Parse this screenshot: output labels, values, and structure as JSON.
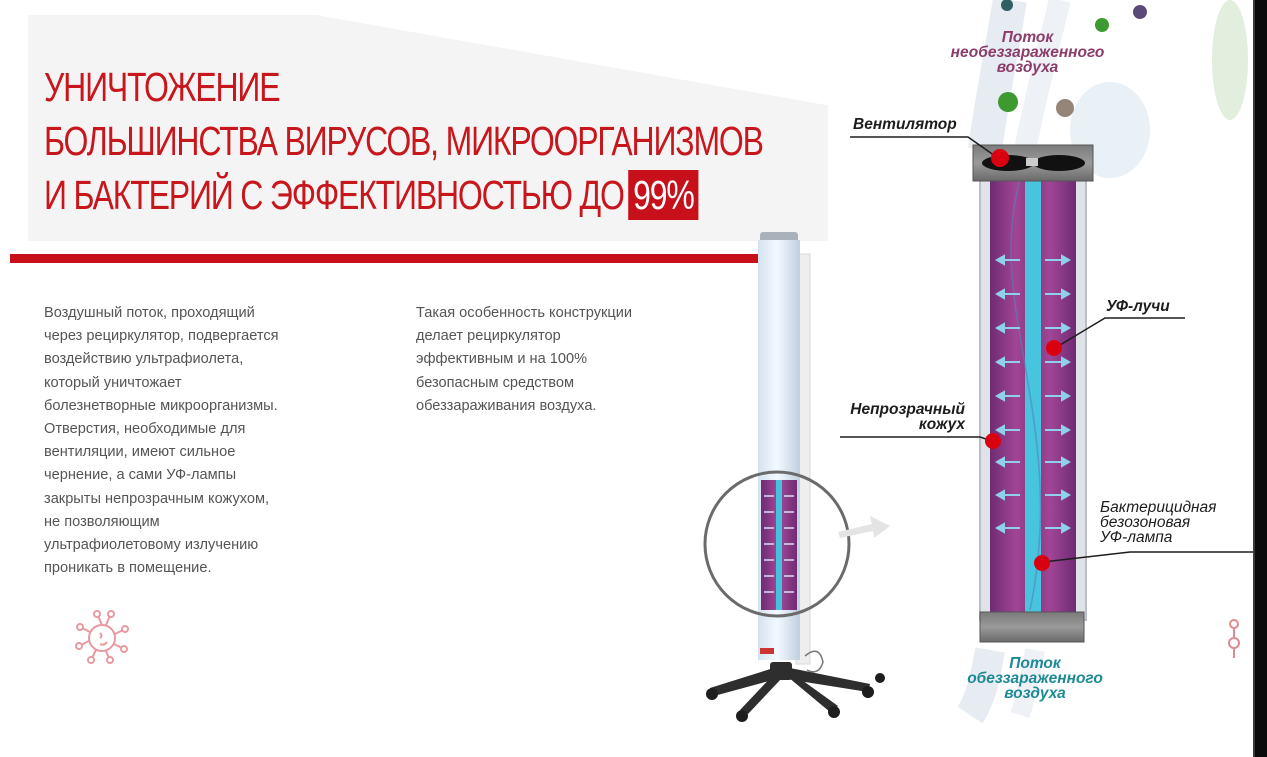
{
  "heading": {
    "lines": [
      "УНИЧТОЖЕНИЕ",
      "БОЛЬШИНСТВА ВИРУСОВ, МИКРООРГАНИЗМОВ",
      "И БАКТЕРИЙ С ЭФФЕКТИВНОСТЬЮ ДО"
    ],
    "badge": "99%"
  },
  "paragraphs": [
    {
      "lines": [
        "Воздушный поток, проходящий",
        "через рециркулятор, подвергается",
        "воздействию ультрафиолета,",
        "который уничтожает",
        "болезнетворные микроорганизмы.",
        "Отверстия, необходимые для",
        "вентиляции, имеют сильное",
        "чернение, а сами УФ-лампы",
        "закрыты непрозрачным кожухом,",
        "не позволяющим",
        "ультрафиолетовому излучению",
        "проникать в помещение."
      ]
    },
    {
      "lines": [
        "Такая особенность конструкции",
        "делает рециркулятор",
        "эффективным и на 100%",
        "безопасным средством",
        "обеззараживания воздуха."
      ]
    }
  ],
  "diagram": {
    "flow_in": [
      "Поток",
      "необеззараженного",
      "воздуха"
    ],
    "fan": "Вентилятор",
    "uv_rays": "УФ-лучи",
    "casing": [
      "Непрозрачный",
      "кожух"
    ],
    "lamp": [
      "Бактерицидная",
      "безозоновая",
      "УФ-лампа"
    ],
    "flow_out": [
      "Поток",
      "обеззараженного",
      "воздуха"
    ]
  },
  "icons": {
    "virus_left": "virus-icon",
    "virus_right": "virus-icon",
    "zoom_arrow": "arrow-right-icon"
  },
  "colors": {
    "brand_red": "#c8101a",
    "flow_in": "#8a3d6a",
    "flow_out": "#1e8a96",
    "chamber": "#8e3c8a",
    "lamp": "#4cc4dc",
    "marker": "#d90010"
  }
}
